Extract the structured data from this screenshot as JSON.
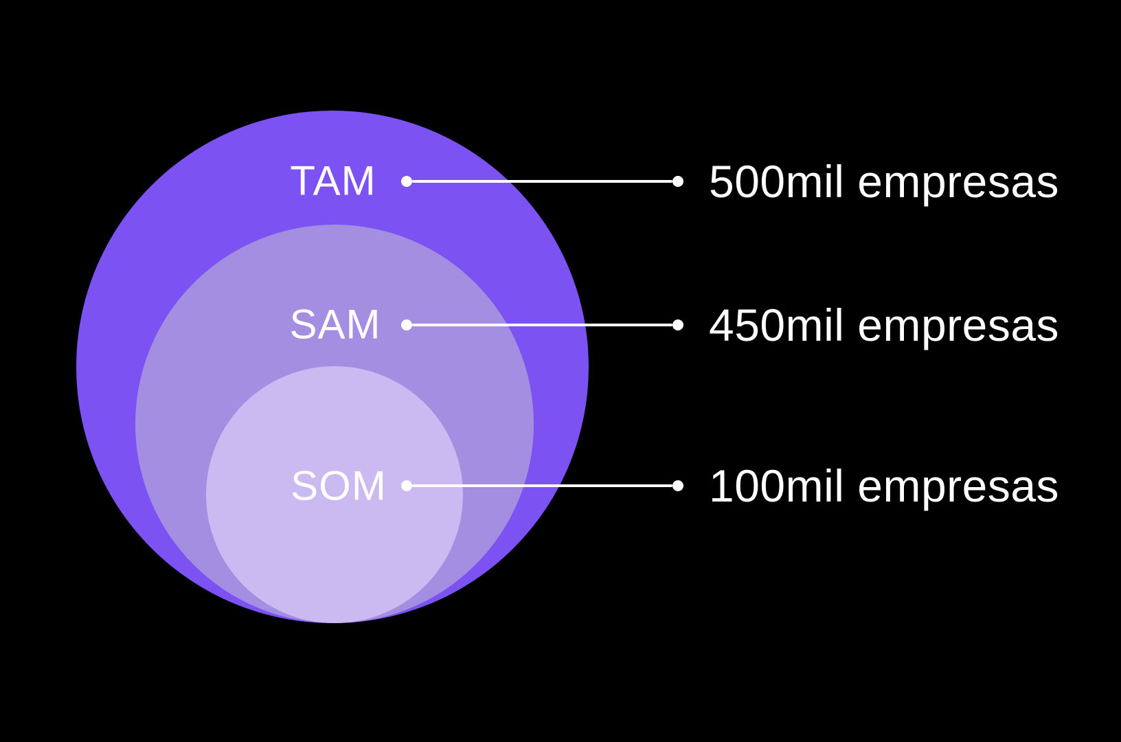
{
  "diagram": {
    "title": "TAM SAM SOM market size diagram",
    "background_color": "#000000",
    "connector_color": "#FFFFFF",
    "text_color": "#FFFFFF",
    "segments": [
      {
        "id": "tam",
        "label": "TAM",
        "value": "500mil empresas",
        "color": "#7D52F3"
      },
      {
        "id": "sam",
        "label": "SAM",
        "value": "450mil empresas",
        "color": "#A48EE2"
      },
      {
        "id": "som",
        "label": "SOM",
        "value": "100mil empresas",
        "color": "#CBBAF1"
      }
    ]
  }
}
